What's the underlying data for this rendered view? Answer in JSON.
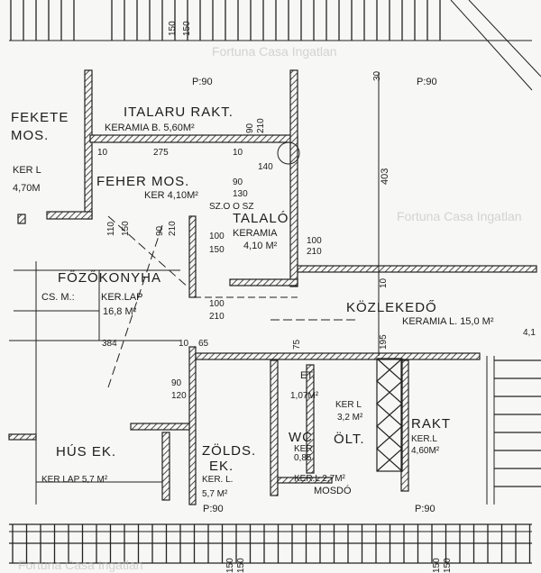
{
  "watermark": "Fortuna Casa Ingatlan",
  "rooms": {
    "italaru": {
      "name": "ITALARU RAKT.",
      "floor": "KERAMIA B. 5,60M²"
    },
    "fekete": {
      "name1": "FEKETE",
      "name2": "MOS.",
      "floor": "KER L",
      "area": "4,70M"
    },
    "feher": {
      "name": "FEHER MOS.",
      "floor": "KER 4,10M²",
      "note": "SZ.O  O SZ"
    },
    "talalo": {
      "name": "TALALÓ",
      "floor": "KERAMIA",
      "area": "4,10 M²"
    },
    "fozokonyha": {
      "name": "FŐZŐKONYHA",
      "floor1": "CS. M.:",
      "floor2": "KER.LAP",
      "area": "16,8 M²"
    },
    "kozlekedo": {
      "name": "KÖZLEKEDŐ",
      "floor": "KERAMIA L. 15,0 M²"
    },
    "hus": {
      "name": "HÚS EK.",
      "floor": "KER LAP 5,7 M²"
    },
    "zolds": {
      "name1": "ZÖLDS.",
      "name2": "EK.",
      "floor": "KER. L.",
      "area": "5,7 M²"
    },
    "wc": {
      "name": "WC",
      "floor": "KER.",
      "area": "0,85"
    },
    "et": {
      "name": "ET.",
      "area": "1,07M²"
    },
    "olt": {
      "name": "ÖLT.",
      "floor": "KER L",
      "area": "3,2 M²"
    },
    "rakt": {
      "name": "RAKT",
      "floor": "KER.L",
      "area": "4,60M²"
    },
    "mosdo": {
      "name": "MOSDÓ",
      "floor": "KER.L 2,7M²"
    }
  },
  "doors": [
    "P:90",
    "P:90",
    "P:90",
    "P:90"
  ],
  "dimensions": {
    "top_150a": "150",
    "top_150b": "150",
    "d10a": "10",
    "d275": "275",
    "d10b": "10",
    "d140": "140",
    "d90_130": "90",
    "d130": "130",
    "d90_210": "90",
    "d210": "210",
    "d110": "110",
    "d150v": "150",
    "d90v": "90",
    "d210v": "210",
    "d100_150": "100",
    "d150": "150",
    "d100_210": "100",
    "d210b": "210",
    "d403": "403",
    "d30": "30",
    "d384": "384",
    "d10c": "10",
    "d65": "65",
    "d90_120": "90",
    "d120": "120",
    "d75": "75",
    "d195": "195",
    "d10d": "10",
    "bot_50a": "150",
    "bot_50b": "150",
    "bot_50c": "150",
    "bot_50d": "150",
    "d4_1": "4,1"
  }
}
